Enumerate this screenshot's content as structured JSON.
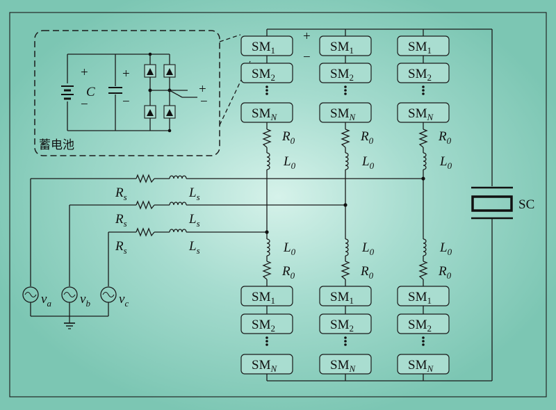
{
  "inset": {
    "battery_label": "蓄电池",
    "capacitor": "C",
    "plus": "+",
    "minus": "−"
  },
  "dc": {
    "sc_label": "SC"
  },
  "submodules": {
    "upper": [
      "SM1",
      "SM2",
      "SMN"
    ],
    "lower": [
      "SM1",
      "SM2",
      "SMN"
    ],
    "sm_prefix": "SM",
    "subscripts": [
      "1",
      "2",
      "N"
    ]
  },
  "arm_labels": {
    "resistor": "R",
    "resistor_sub": "0",
    "inductor": "L",
    "inductor_sub": "0"
  },
  "ac_labels": {
    "resistor": "R",
    "resistor_sub": "s",
    "inductor": "L",
    "inductor_sub": "s"
  },
  "sources": [
    {
      "v": "v",
      "sub": "a"
    },
    {
      "v": "v",
      "sub": "b"
    },
    {
      "v": "v",
      "sub": "c"
    }
  ]
}
